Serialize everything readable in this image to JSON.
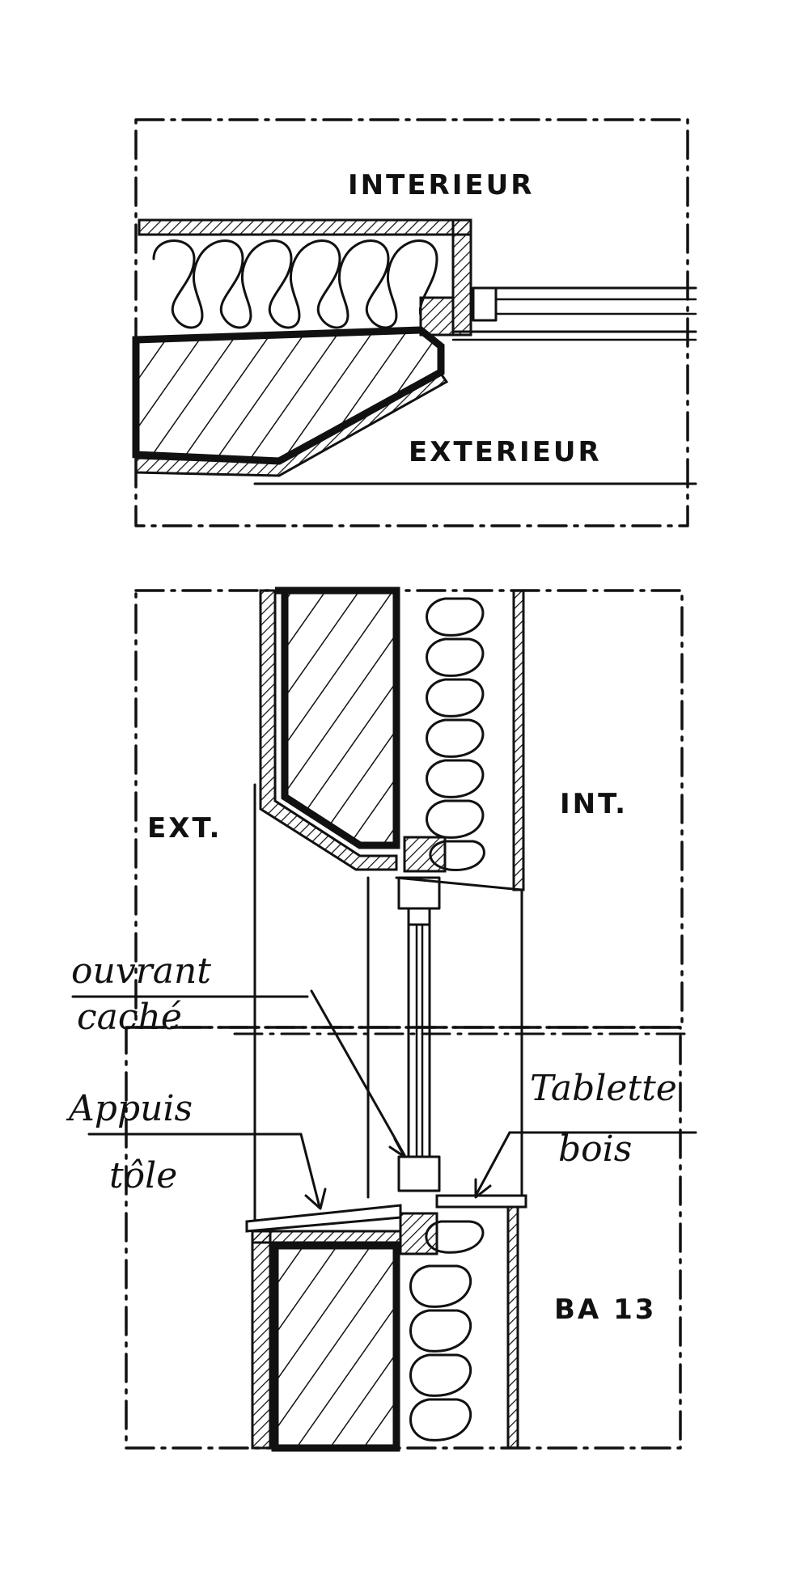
{
  "plan_detail": {
    "interior_label": "INTERIEUR",
    "exterior_label": "EXTERIEUR"
  },
  "section_detail": {
    "exterior_label": "EXT.",
    "interior_label": "INT.",
    "annotations": {
      "ouvrant_line1": "ouvrant",
      "ouvrant_line2": "caché",
      "appuis_line1": "Appuis",
      "appuis_line2": "tôle",
      "tablette_line1": "Tablette",
      "tablette_line2": "bois",
      "ba13": "BA 13"
    }
  },
  "colors": {
    "ink": "#111111",
    "paper": "#ffffff"
  }
}
